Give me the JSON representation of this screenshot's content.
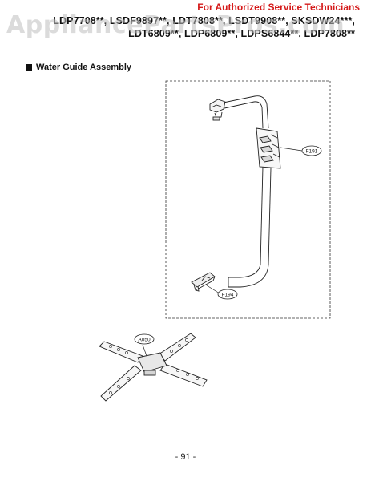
{
  "header": {
    "watermark": "AppliancePartsPros.com",
    "authorized_note": "For Authorized Service Technicians",
    "models_line_1": "LDP7708**, LSDF9897**, LDT7808**, LSDT9908**, SKSDW24***,",
    "models_line_2": "LDT6809**, LDP6809**, LDPS6844**, LDP7808**"
  },
  "section": {
    "title": "Water Guide Assembly"
  },
  "callouts": {
    "f191": "F191",
    "f194": "F194",
    "a050": "A050"
  },
  "footer": {
    "page_number": "- 91 -"
  },
  "colors": {
    "authorized_note": "#d51a1a",
    "watermark": "#bebebe",
    "line_art": "#222222"
  }
}
